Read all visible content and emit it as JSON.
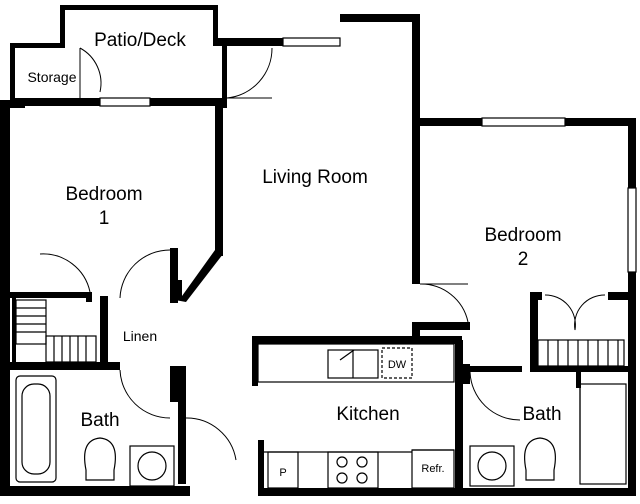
{
  "rooms": {
    "patio": "Patio/Deck",
    "storage": "Storage",
    "bedroom1_line1": "Bedroom",
    "bedroom1_line2": "1",
    "living": "Living Room",
    "bedroom2_line1": "Bedroom",
    "bedroom2_line2": "2",
    "linen": "Linen",
    "bath1": "Bath",
    "kitchen": "Kitchen",
    "bath2": "Bath"
  },
  "fixtures": {
    "dishwasher": "DW",
    "pantry": "P",
    "refrigerator": "Refr."
  },
  "colors": {
    "wall": "#000000",
    "background": "#ffffff"
  }
}
